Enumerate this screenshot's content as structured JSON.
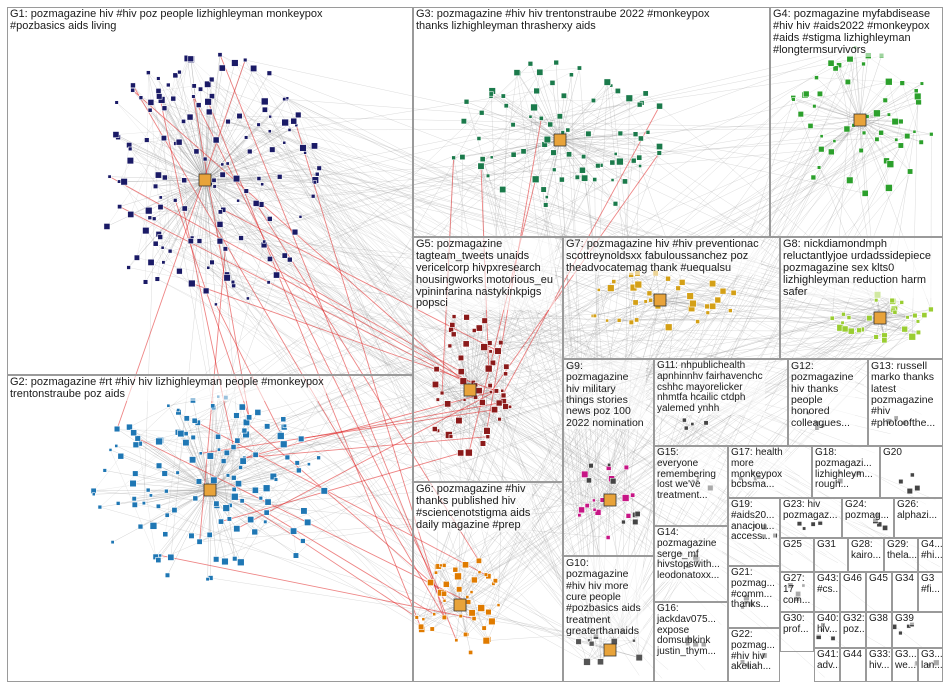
{
  "groups": [
    {
      "id": "G1",
      "label": "G1: pozmagazine hiv #hiv poz people lizhighleyman monkeypox\n#pozbasics aids living",
      "color": "#1a1a66"
    },
    {
      "id": "G2",
      "label": "G2: pozmagazine #rt #hiv hiv lizhighleyman people #monkeypox\ntrentonstraube poz aids",
      "color": "#1f77b4"
    },
    {
      "id": "G3",
      "label": "G3: pozmagazine #hiv hiv trentonstraube 2022 #monkeypox\nthanks lizhighleyman thrasherxy aids",
      "color": "#1b7a4b"
    },
    {
      "id": "G4",
      "label": "G4: pozmagazine myfabdisease\n#hiv hiv #aids2022 #monkeypox\n#aids #stigma lizhighleyman\n#longtermsurvivors",
      "color": "#2ca02c"
    },
    {
      "id": "G5",
      "label": "G5: pozmagazine\ntagteam_tweets unaids\nvericelcorp hivpxresearch\nhousingworks motorious_eu\nvpininfarina nastykinkpigs\npopsci",
      "color": "#8b1a1a"
    },
    {
      "id": "G6",
      "label": "G6: pozmagazine #hiv\nthanks published hiv\n#sciencenotstigma aids\ndaily magazine #prep",
      "color": "#e07b00"
    },
    {
      "id": "G7",
      "label": "G7: pozmagazine hiv #hiv preventionac\nscottreynoldsxx fabuloussanchez poz\ntheadvocatemag thank #uequalsu",
      "color": "#d4a017"
    },
    {
      "id": "G8",
      "label": "G8: nickdiamondmph\nreluctantlyjoe urdadssidepiece\npozmagazine sex klts0\nlizhighleyman reduction harm\nsafer",
      "color": "#9acd32"
    },
    {
      "id": "G9",
      "label": "G9:\npozmagazine\nhiv military\nthings stories\nnews poz 100\n2022 nomination",
      "color": "#c71585"
    },
    {
      "id": "G10",
      "label": "G10:\npozmagazine\n#hiv hiv more\ncure people\n#pozbasics aids\ntreatment\ngreaterthanaids",
      "color": "#555555"
    },
    {
      "id": "G11",
      "label": "G11: nhpublichealth\napnhinnhv fairhavenchc\ncshhc mayorelicker\nnhmtfa hcailic ctdph\nyalemed ynhh",
      "color": "#555555"
    },
    {
      "id": "G12",
      "label": "G12:\npozmagazine\nhiv thanks\npeople\nhonored\ncolleagues...",
      "color": "#555555"
    },
    {
      "id": "G13",
      "label": "G13: russell\nmarko thanks\nlatest\npozmagazine\n#hiv\n#photoofthe...",
      "color": "#555555"
    },
    {
      "id": "G14",
      "label": "G14:\npozmagazine\nserge_mf\nhivstopswith...\nleodonatoxx...",
      "color": "#555555"
    },
    {
      "id": "G15",
      "label": "G15:\neveryone\nremembering\nlost we've\ntreatment...",
      "color": "#555555"
    },
    {
      "id": "G16",
      "label": "G16:\njackdav075...\nexpose\ndomsubkink\njustin_thym...",
      "color": "#555555"
    },
    {
      "id": "G17",
      "label": "G17: health\nmore\nmonkeypox\nbcbsma...",
      "color": "#555555"
    },
    {
      "id": "G18",
      "label": "G18:\npozmagazi...\nlizhighleym...\nrough...",
      "color": "#555555"
    },
    {
      "id": "G19",
      "label": "G19:\n#aids20...\nanacjou...\naccess...",
      "color": "#555555"
    },
    {
      "id": "G20",
      "label": "G20",
      "color": "#555555"
    },
    {
      "id": "G21",
      "label": "G21:\npozmag...\n#comm...\nthanks...",
      "color": "#555555"
    },
    {
      "id": "G22",
      "label": "G22:\npozmag...\n#hiv hiv\nakeliah...",
      "color": "#555555"
    },
    {
      "id": "G23",
      "label": "G23: hiv\npozmagaz...",
      "color": "#555555"
    },
    {
      "id": "G24",
      "label": "G24:\npozmag...",
      "color": "#555555"
    },
    {
      "id": "G25",
      "label": "G25",
      "color": "#555555"
    },
    {
      "id": "G26",
      "label": "G26:\nalphazi...",
      "color": "#555555"
    },
    {
      "id": "G27",
      "label": "G27:\n17\ncom...",
      "color": "#555555"
    },
    {
      "id": "G28",
      "label": "G28:\nkairo...",
      "color": "#555555"
    },
    {
      "id": "G29",
      "label": "G29:\nthela...",
      "color": "#555555"
    },
    {
      "id": "G30",
      "label": "G30:\nprof...",
      "color": "#555555"
    },
    {
      "id": "G31",
      "label": "G31",
      "color": "#555555"
    },
    {
      "id": "G32",
      "label": "G32:\npoz...",
      "color": "#555555"
    },
    {
      "id": "G33",
      "label": "G33:\nhiv...",
      "color": "#555555"
    },
    {
      "id": "G34",
      "label": "G34",
      "color": "#555555"
    },
    {
      "id": "G35",
      "label": "G3...\nlan...",
      "color": "#555555"
    },
    {
      "id": "G36",
      "label": "G3...\nwe...",
      "color": "#555555"
    },
    {
      "id": "G37",
      "label": "G3\n#fi...",
      "color": "#555555"
    },
    {
      "id": "G38",
      "label": "G38",
      "color": "#555555"
    },
    {
      "id": "G39",
      "label": "G39",
      "color": "#555555"
    },
    {
      "id": "G40",
      "label": "G40:\nhiv...",
      "color": "#555555"
    },
    {
      "id": "G41",
      "label": "G41:\nadv...",
      "color": "#555555"
    },
    {
      "id": "G42",
      "label": "G4...\n#hi...",
      "color": "#555555"
    },
    {
      "id": "G43",
      "label": "G43:\n#cs...",
      "color": "#555555"
    },
    {
      "id": "G44",
      "label": "G44",
      "color": "#555555"
    },
    {
      "id": "G45",
      "label": "G45",
      "color": "#555555"
    },
    {
      "id": "G46",
      "label": "G46",
      "color": "#555555"
    }
  ]
}
